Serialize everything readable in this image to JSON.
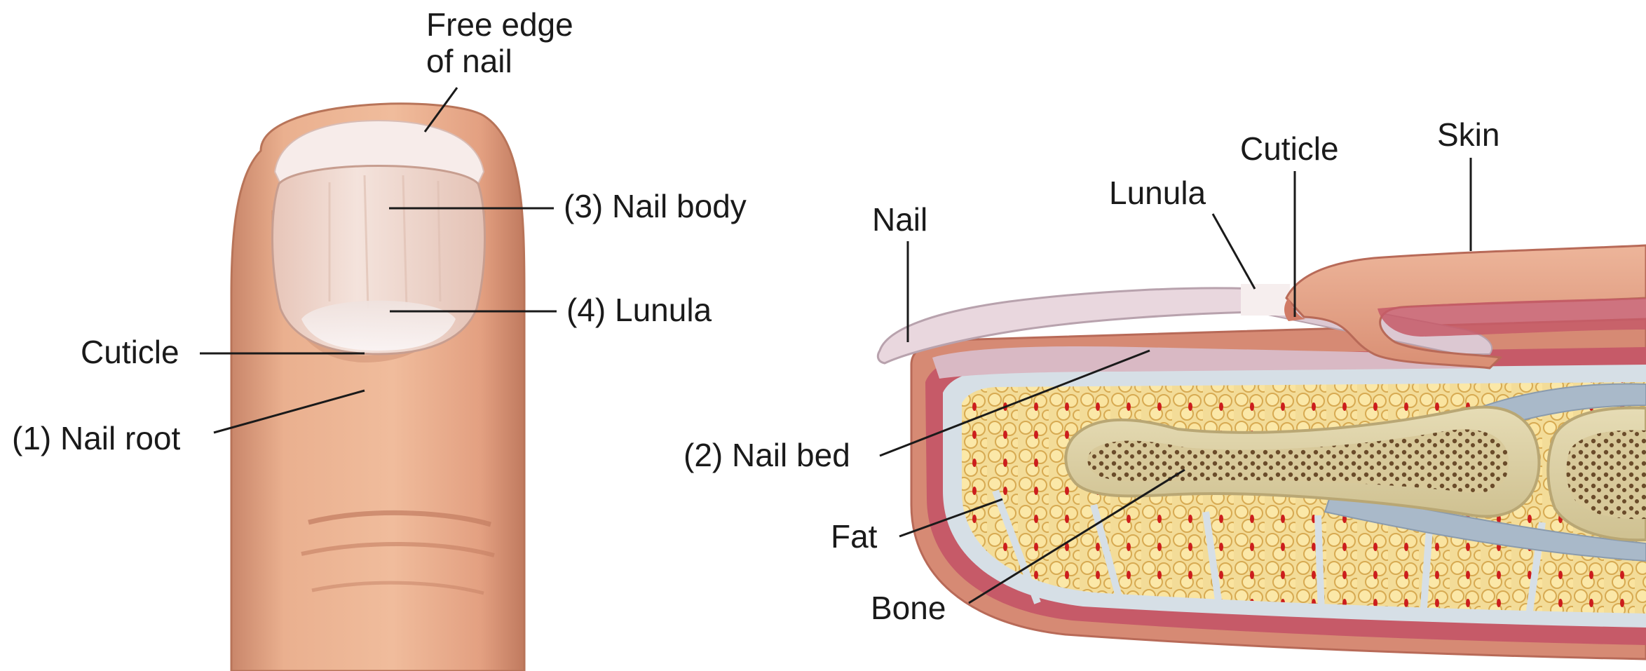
{
  "surface_view": {
    "labels": {
      "free_edge_line1": "Free edge",
      "free_edge_line2": "of nail",
      "nail_body": "(3) Nail body",
      "lunula": "(4) Lunula",
      "cuticle": "Cuticle",
      "nail_root": "(1) Nail root"
    }
  },
  "section_view": {
    "labels": {
      "cuticle": "Cuticle",
      "skin": "Skin",
      "lunula": "Lunula",
      "nail": "Nail",
      "nail_bed": "(2) Nail bed",
      "fat": "Fat",
      "bone": "Bone"
    }
  },
  "colors": {
    "skin": "#e9a98a",
    "skin_shadow": "#c9866a",
    "nail_plate": "#f1ddd6",
    "lunula": "#f6eeee",
    "dermis": "#c7586a",
    "nail_bed": "#d9b9c4",
    "fat": "#f6d98a",
    "fat_cell_edge": "#d8a94a",
    "vessel": "#cc1d1d",
    "bone": "#dcd0a6",
    "bone_pore": "#6a4b2a",
    "tendon": "#a9b9c9",
    "septa": "#d6dfe6"
  }
}
